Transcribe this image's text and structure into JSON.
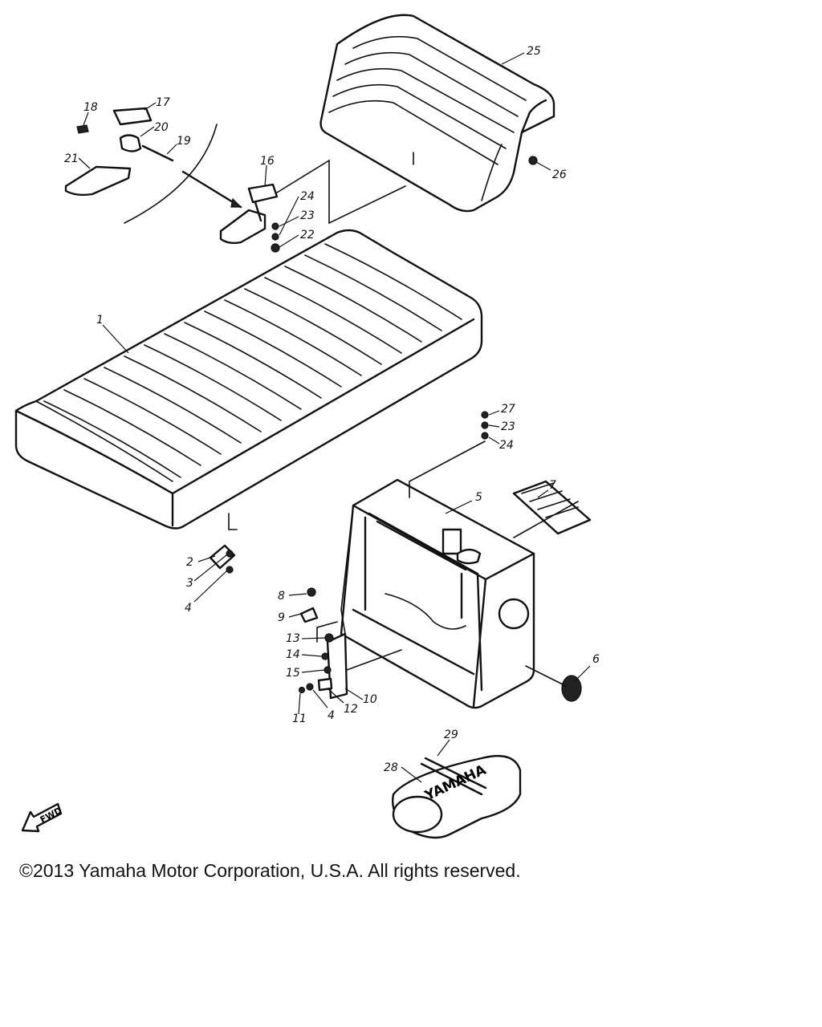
{
  "callouts": [
    {
      "num": "1"
    },
    {
      "num": "2"
    },
    {
      "num": "3"
    },
    {
      "num": "4"
    },
    {
      "num": "5"
    },
    {
      "num": "6"
    },
    {
      "num": "7"
    },
    {
      "num": "8"
    },
    {
      "num": "9"
    },
    {
      "num": "10"
    },
    {
      "num": "11"
    },
    {
      "num": "4"
    },
    {
      "num": "12"
    },
    {
      "num": "13"
    },
    {
      "num": "14"
    },
    {
      "num": "15"
    },
    {
      "num": "16"
    },
    {
      "num": "17"
    },
    {
      "num": "18"
    },
    {
      "num": "19"
    },
    {
      "num": "20"
    },
    {
      "num": "21"
    },
    {
      "num": "22"
    },
    {
      "num": "23"
    },
    {
      "num": "24"
    },
    {
      "num": "25"
    },
    {
      "num": "26"
    },
    {
      "num": "27"
    },
    {
      "num": "23"
    },
    {
      "num": "24"
    },
    {
      "num": "28"
    },
    {
      "num": "29"
    }
  ],
  "fwd_label": "FWD",
  "pouch_brand": "YAMAHA",
  "copyright": "©2013 Yamaha Motor Corporation, U.S.A. All rights reserved."
}
